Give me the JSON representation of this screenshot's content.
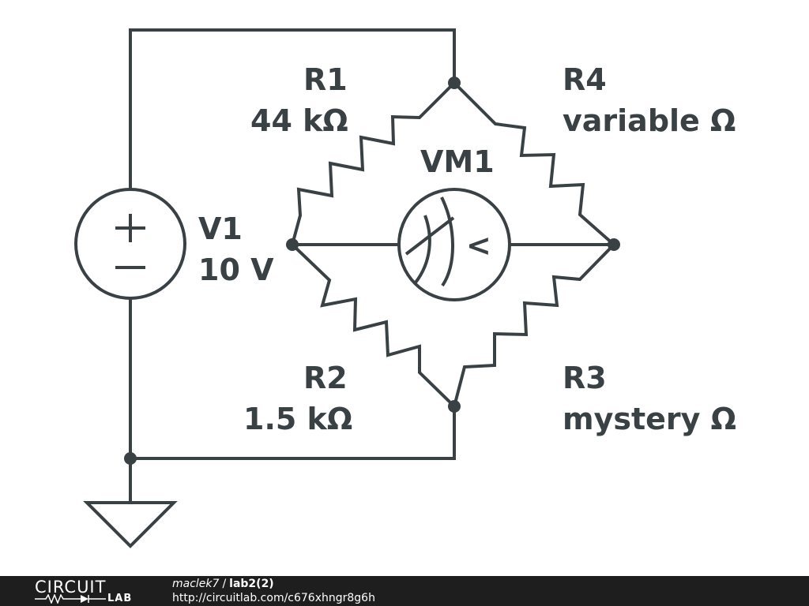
{
  "diagram": {
    "components": [
      {
        "ref": "R1",
        "value": "44 kΩ"
      },
      {
        "ref": "R2",
        "value": "1.5 kΩ"
      },
      {
        "ref": "R3",
        "value": "mystery Ω"
      },
      {
        "ref": "R4",
        "value": "variable Ω"
      },
      {
        "ref": "V1",
        "value": "10 V"
      },
      {
        "ref": "VM1"
      }
    ],
    "symbols": {
      "plus": "+",
      "minus": "−",
      "meter": "<"
    },
    "colors": {
      "ink": "#3a4145",
      "footer_bg": "#1e1e1e"
    }
  },
  "footer": {
    "logo_top": "CIRCUIT",
    "logo_bottom": "LAB",
    "author": "maclek7",
    "separator": "/",
    "title": "lab2(2)",
    "url": "http://circuitlab.com/c676xhngr8g6h"
  }
}
